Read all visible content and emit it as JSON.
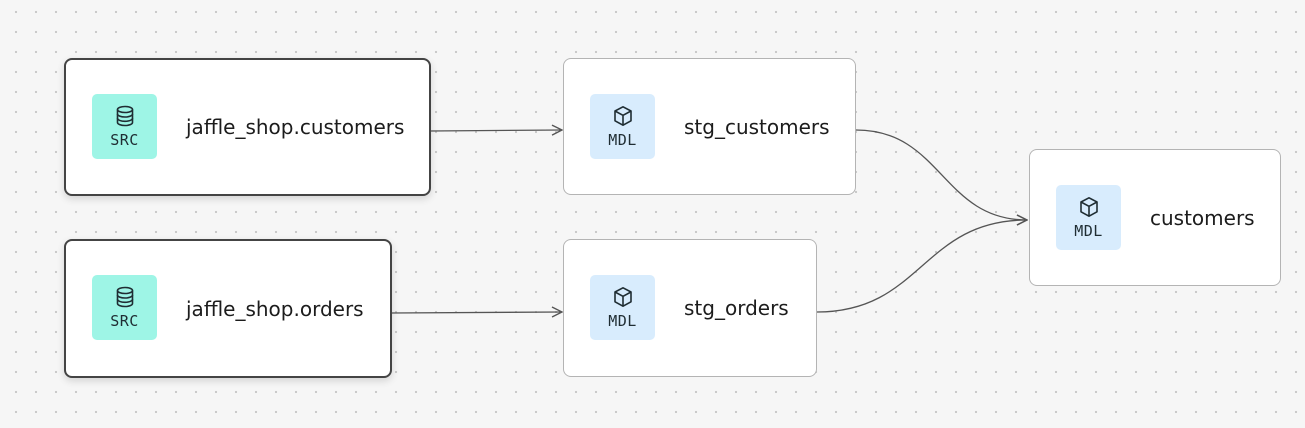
{
  "diagram": {
    "nodes": [
      {
        "id": "src_customers",
        "kind": "source",
        "badge_icon": "database-icon",
        "badge": "SRC",
        "label": "jaffle_shop.customers",
        "badge_color": "#9ef5e6"
      },
      {
        "id": "src_orders",
        "kind": "source",
        "badge_icon": "database-icon",
        "badge": "SRC",
        "label": "jaffle_shop.orders",
        "badge_color": "#9ef5e6"
      },
      {
        "id": "stg_customers",
        "kind": "model",
        "badge_icon": "cube-icon",
        "badge": "MDL",
        "label": "stg_customers",
        "badge_color": "#d8ecfd"
      },
      {
        "id": "stg_orders",
        "kind": "model",
        "badge_icon": "cube-icon",
        "badge": "MDL",
        "label": "stg_orders",
        "badge_color": "#d8ecfd"
      },
      {
        "id": "customers",
        "kind": "model",
        "badge_icon": "cube-icon",
        "badge": "MDL",
        "label": "customers",
        "badge_color": "#d8ecfd"
      }
    ],
    "edges": [
      {
        "from": "src_customers",
        "to": "stg_customers"
      },
      {
        "from": "src_orders",
        "to": "stg_orders"
      },
      {
        "from": "stg_customers",
        "to": "customers"
      },
      {
        "from": "stg_orders",
        "to": "customers"
      }
    ]
  }
}
